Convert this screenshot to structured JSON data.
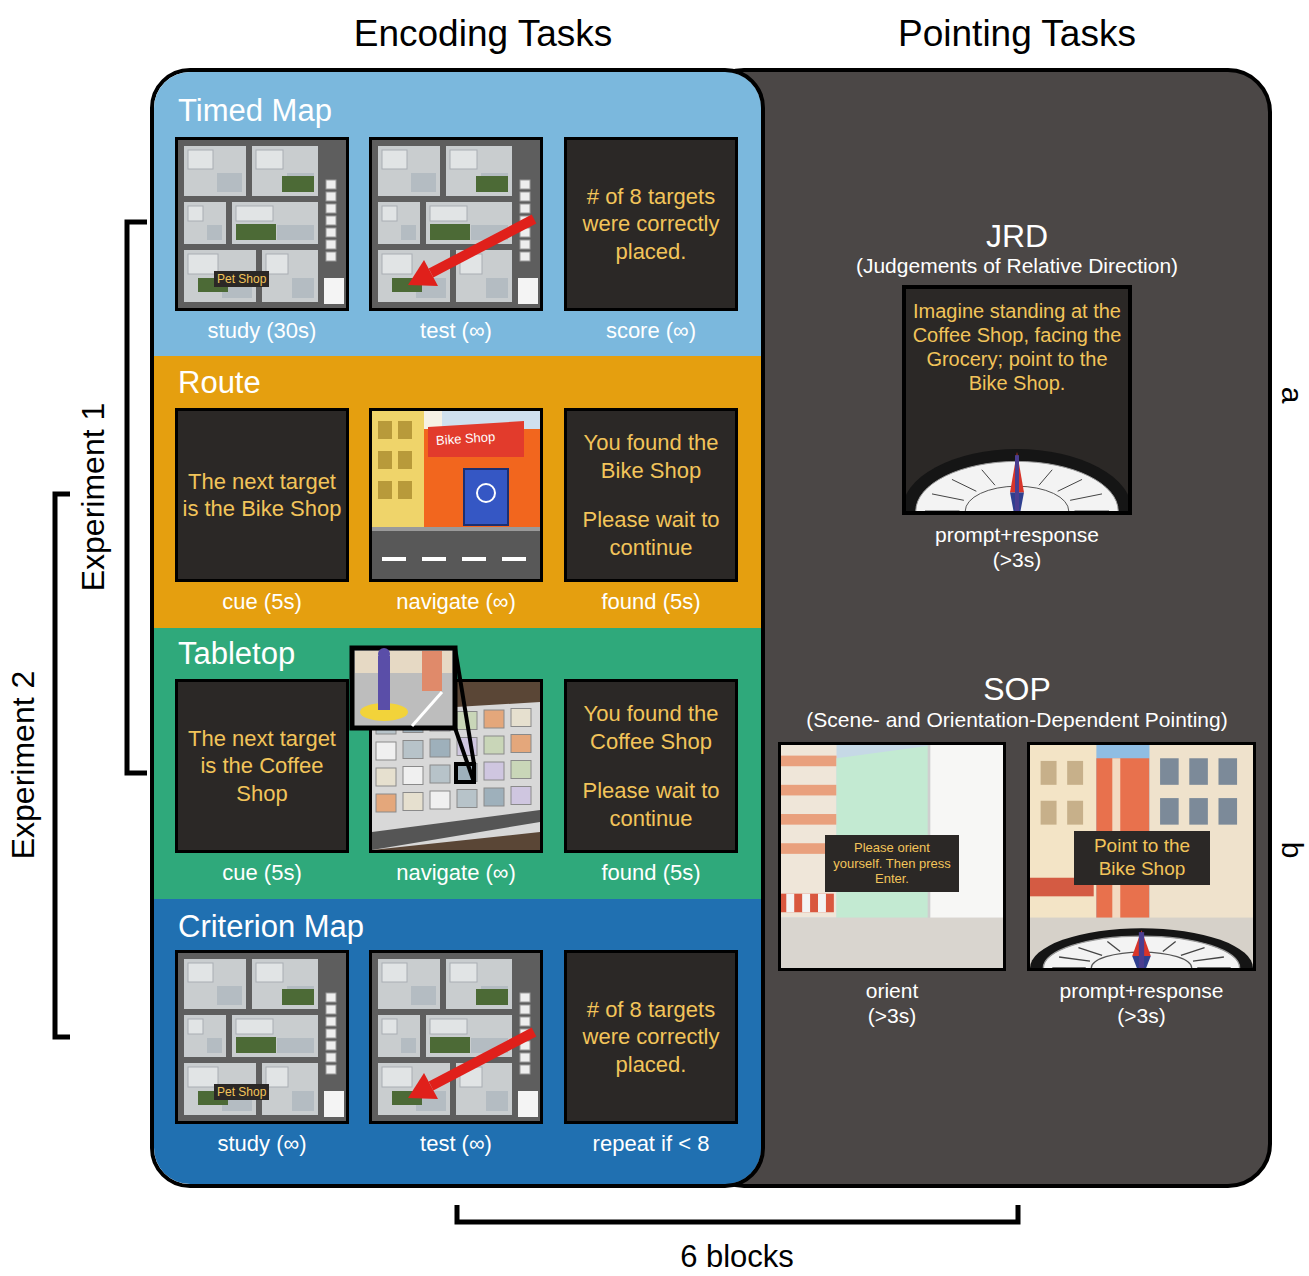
{
  "diagram": {
    "nodes": [
      {
        "text": [
          "Encoding Tasks"
        ]
      },
      {
        "text": [
          "Timed Map"
        ],
        "in": 0
      },
      {
        "text": [
          "Pet Shop",
          "study (30s)"
        ],
        "in": 1
      },
      {
        "text": [
          "test (∞)"
        ],
        "in": 1
      },
      {
        "text": [
          "# of 8 targets were correctly placed.",
          "score (∞)"
        ],
        "in": 1
      },
      {
        "text": [
          "Route"
        ],
        "in": 0
      },
      {
        "text": [
          "The next target is the Bike Shop",
          "cue (5s)"
        ],
        "in": 5
      },
      {
        "text": [
          "Bike Shop",
          "navigate (∞)"
        ],
        "in": 5
      },
      {
        "text": [
          "You found the Bike Shop",
          "Please wait to continue",
          "found (5s)"
        ],
        "in": 5
      },
      {
        "text": [
          "Tabletop"
        ],
        "in": 0
      },
      {
        "text": [
          "The next target is the Coffee Shop",
          "cue (5s)"
        ],
        "in": 9
      },
      {
        "text": [
          "navigate (∞)"
        ],
        "in": 9
      },
      {
        "text": [
          "You found the Coffee Shop",
          "Please wait to continue",
          "found (5s)"
        ],
        "in": 9
      },
      {
        "text": [
          "Criterion Map"
        ],
        "in": 0
      },
      {
        "text": [
          "Pet Shop",
          "study (∞)"
        ],
        "in": 13
      },
      {
        "text": [
          "test (∞)"
        ],
        "in": 13
      },
      {
        "text": [
          "# of 8 targets were correctly placed.",
          "repeat if < 8"
        ],
        "in": 13
      },
      {
        "text": [
          "Pointing Tasks"
        ]
      },
      {
        "text": [
          "JRD",
          "(Judgements of Relative Direction)",
          "Imagine standing at the Coffee Shop, facing the Grocery; point to the Bike Shop.",
          "prompt+response (>3s)"
        ],
        "in": 17
      },
      {
        "text": [
          "SOP",
          "(Scene- and Orientation-Dependent Pointing)"
        ],
        "in": 17
      },
      {
        "text": [
          "Please orient yourself. Then press Enter.",
          "orient (>3s)"
        ],
        "in": 19
      },
      {
        "text": [
          "Point to the Bike Shop",
          "prompt+response (>3s)"
        ],
        "in": 19
      }
    ],
    "edges": [],
    "labels": [
      "Experiment 1",
      "Experiment 2",
      "6 blocks",
      "a",
      "b"
    ]
  }
}
